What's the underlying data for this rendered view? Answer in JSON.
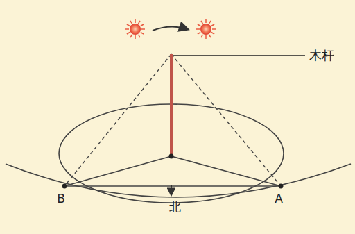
{
  "diagram": {
    "labels": [
      "木杆",
      "B",
      "北",
      "A"
    ]
  }
}
